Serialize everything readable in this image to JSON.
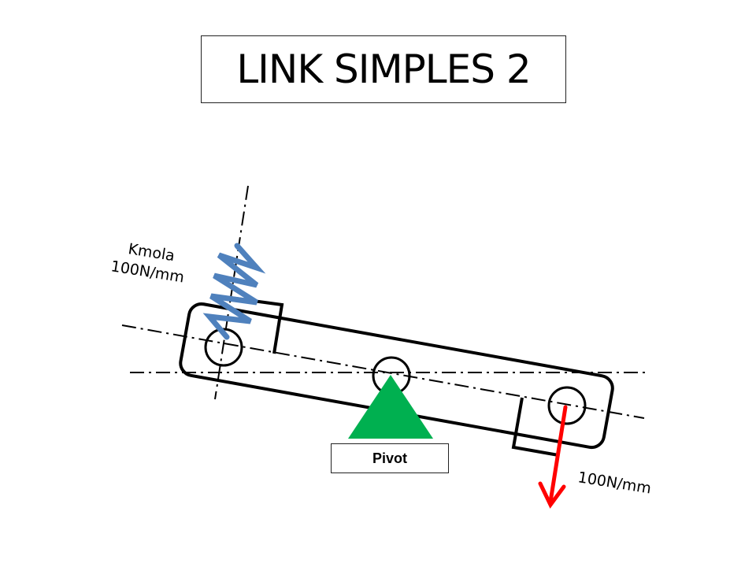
{
  "title": "LINK SIMPLES 2",
  "spring_label": {
    "line1": "Kmola",
    "line2": "100N/mm"
  },
  "force_label": "100N/mm",
  "pivot_label": "Pivot",
  "colors": {
    "spring": "#4f81bd",
    "pivot": "#00b050",
    "force": "#ff0000",
    "outline": "#000000"
  }
}
